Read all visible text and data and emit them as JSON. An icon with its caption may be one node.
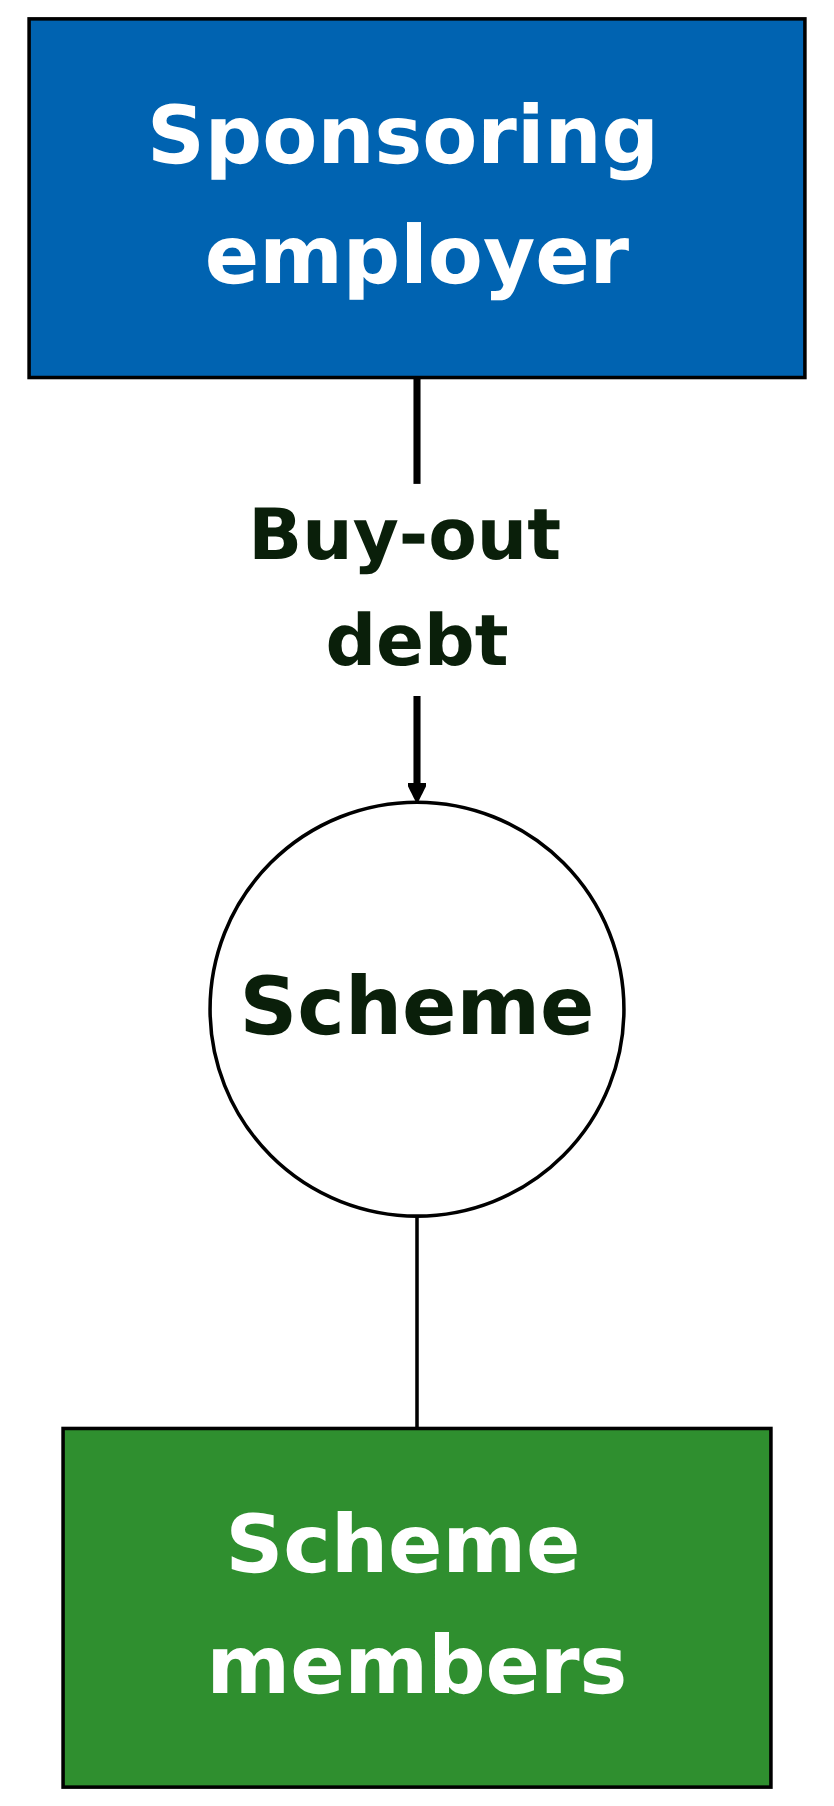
{
  "diagram": {
    "nodes": [
      {
        "text": [
          "Sponsoring employer"
        ]
      },
      {
        "text": [
          "Scheme"
        ]
      },
      {
        "text": [
          "Scheme members"
        ]
      }
    ],
    "edges": [
      {
        "from": 0,
        "to": 1,
        "arrow": "to",
        "label": "Buy-out debt",
        "style": "thick"
      },
      {
        "from": 1,
        "to": 2,
        "arrow": "none"
      }
    ]
  }
}
